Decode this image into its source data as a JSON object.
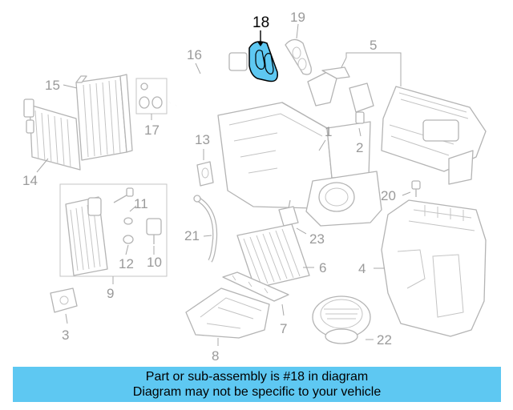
{
  "diagram": {
    "highlighted_part": "18",
    "highlight_color": "#5ec8f2",
    "callouts": {
      "c1": "1",
      "c2": "2",
      "c3": "3",
      "c4": "4",
      "c5": "5",
      "c6": "6",
      "c7": "7",
      "c8": "8",
      "c9": "9",
      "c10": "10",
      "c11": "11",
      "c12": "12",
      "c13": "13",
      "c14": "14",
      "c15": "15",
      "c16": "16",
      "c17": "17",
      "c18": "18",
      "c19": "19",
      "c20": "20",
      "c21": "21",
      "c22": "22",
      "c23": "23"
    }
  },
  "banner": {
    "line1": "Part or sub-assembly is #18 in diagram",
    "line2": "Diagram may not be specific to your vehicle",
    "background": "#5ec8f2"
  }
}
